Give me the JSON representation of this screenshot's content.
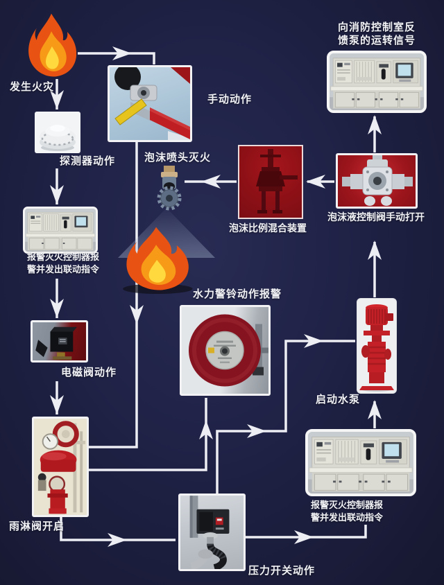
{
  "diagram": {
    "type": "flowchart",
    "topic": "foam fire-extinguishing system working sequence",
    "nodes": {
      "fire_start": {
        "label": "发生火灾"
      },
      "smoke_detector": {
        "label": "探测器动作"
      },
      "manual_action": {
        "label": "手动动作"
      },
      "feedback_console": {
        "label_lines": [
          "向消防控制室反",
          "馈泵的运转信号"
        ]
      },
      "foam_nozzle": {
        "label": "泡沫喷头灭火"
      },
      "foam_proportioner": {
        "label": "泡沫比例混合装置"
      },
      "foam_valve": {
        "label": "泡沫液控制阀手动打开"
      },
      "alarm_controller_left": {
        "label_lines": [
          "报警灭火控制器报",
          "警并发出联动指令"
        ]
      },
      "solenoid_valve": {
        "label": "电磁阀动作"
      },
      "deluge_valve": {
        "label": "雨淋阀开启"
      },
      "water_bell": {
        "label": "水力警铃动作报警"
      },
      "fire_pump": {
        "label": "启动水泵"
      },
      "alarm_controller_right": {
        "label_lines": [
          "报警灭火控制器报",
          "警并发出联动指令"
        ]
      },
      "pressure_switch": {
        "label": "压力开关动作"
      }
    },
    "edges": [
      {
        "from": "fire_start",
        "to": "manual_action"
      },
      {
        "from": "fire_start",
        "to": "smoke_detector"
      },
      {
        "from": "smoke_detector",
        "to": "alarm_controller_left"
      },
      {
        "from": "alarm_controller_left",
        "to": "solenoid_valve"
      },
      {
        "from": "solenoid_valve",
        "to": "deluge_valve"
      },
      {
        "from": "manual_action",
        "to": "deluge_valve"
      },
      {
        "from": "deluge_valve",
        "to": "water_bell"
      },
      {
        "from": "deluge_valve",
        "to": "pressure_switch"
      },
      {
        "from": "pressure_switch",
        "to": "fire_pump"
      },
      {
        "from": "pressure_switch",
        "to": "alarm_controller_right"
      },
      {
        "from": "alarm_controller_right",
        "to": "fire_pump"
      },
      {
        "from": "fire_pump",
        "to": "foam_valve"
      },
      {
        "from": "foam_valve",
        "to": "feedback_console"
      },
      {
        "from": "foam_valve",
        "to": "foam_proportioner"
      },
      {
        "from": "foam_proportioner",
        "to": "foam_nozzle"
      }
    ],
    "colors": {
      "background": "#1f2145",
      "connector": "#edeef4",
      "label_text": "#f1f2f6",
      "equipment_red": "#b01c20",
      "flame_orange": "#ea5414",
      "flame_yellow": "#ffd93e",
      "console_beige": "#d9d9d1"
    }
  }
}
